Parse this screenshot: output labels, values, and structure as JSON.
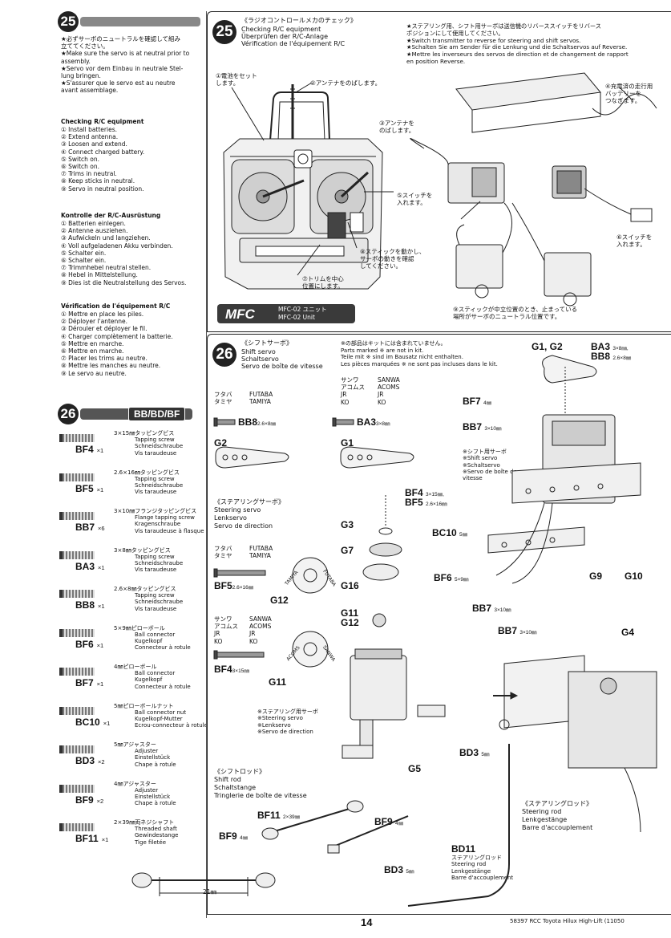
{
  "page_number": "14",
  "footer_text": "58397 RCC Toyota Hilux High-Lift (11050",
  "left_step25": {
    "number": "25",
    "lines": [
      "★必ずサーボのニュートラルを確認して組み",
      "立ててください。",
      "★Make sure the servo is at neutral prior to",
      "assembly.",
      "★Servo vor dem Einbau in neutrale Stel-",
      "lung bringen.",
      "★S'assurer que le servo est au neutre",
      "avant assemblage."
    ],
    "en_title": "Checking R/C equipment",
    "en_items": [
      "① Install batteries.",
      "② Extend antenna.",
      "③ Loosen and extend.",
      "④ Connect charged battery.",
      "⑤ Switch on.",
      "⑥ Switch on.",
      "⑦ Trims in neutral.",
      "⑧ Keep sticks in neutral.",
      "⑨ Servo in neutral position."
    ],
    "de_title": "Kontrolle der R/C-Ausrüstung",
    "de_items": [
      "① Batterien einlegen.",
      "② Antenne ausziehen.",
      "③ Aufwickeln und langziehen.",
      "④ Voll aufgeladenen Akku verbinden.",
      "⑤ Schalter ein.",
      "⑥ Schalter ein.",
      "⑦ Trimmhebel neutral stellen.",
      "⑧ Hebel in Mittelstellung.",
      "⑨ Dies ist die Neutralstellung des Servos."
    ],
    "fr_title": "Vérification de l'équipement R/C",
    "fr_items": [
      "① Mettre en place les piles.",
      "② Déployer l'antenne.",
      "③ Dérouler et déployer le fil.",
      "④ Charger complètement la batterie.",
      "⑤ Mettre en marche.",
      "⑥ Mettre en marche.",
      "⑦ Placer les trims au neutre.",
      "⑧ Mettre les manches au neutre.",
      "⑨ Le servo au neutre."
    ]
  },
  "parts_bag": {
    "number": "26",
    "bag": "BB/BD/BF",
    "parts": [
      {
        "code": "BF4",
        "qty": "×1",
        "jp": "3×15㎜タッピングビス",
        "desc": [
          "Tapping screw",
          "Schneidschraube",
          "Vis taraudeuse"
        ]
      },
      {
        "code": "BF5",
        "qty": "×1",
        "jp": "2.6×16㎜タッピングビス",
        "desc": [
          "Tapping screw",
          "Schneidschraube",
          "Vis taraudeuse"
        ]
      },
      {
        "code": "BB7",
        "qty": "×6",
        "jp": "3×10㎜フランジタッピングビス",
        "desc": [
          "Flange tapping screw",
          "Kragenschraube",
          "Vis taraudeuse à flasque"
        ]
      },
      {
        "code": "BA3",
        "qty": "×1",
        "jp": "3×8㎜タッピングビス",
        "desc": [
          "Tapping screw",
          "Schneidschraube",
          "Vis taraudeuse"
        ]
      },
      {
        "code": "BB8",
        "qty": "×1",
        "jp": "2.6×8㎜タッピングビス",
        "desc": [
          "Tapping screw",
          "Schneidschraube",
          "Vis taraudeuse"
        ]
      },
      {
        "code": "BF6",
        "qty": "×1",
        "jp": "5×9㎜ピローボール",
        "desc": [
          "Ball connector",
          "Kugelkopf",
          "Connecteur à rotule"
        ]
      },
      {
        "code": "BF7",
        "qty": "×1",
        "jp": "4㎜ピローボール",
        "desc": [
          "Ball connector",
          "Kugelkopf",
          "Connecteur à rotule"
        ]
      },
      {
        "code": "BC10",
        "qty": "×1",
        "jp": "5㎜ピローボールナット",
        "desc": [
          "Ball connector nut",
          "Kugelkopf-Mutter",
          "Ecrou-connecteur à rotule"
        ]
      },
      {
        "code": "BD3",
        "qty": "×2",
        "jp": "5㎜アジャスター",
        "desc": [
          "Adjuster",
          "Einstellstück",
          "Chape à rotule"
        ]
      },
      {
        "code": "BF9",
        "qty": "×2",
        "jp": "4㎜アジャスター",
        "desc": [
          "Adjuster",
          "Einstellstück",
          "Chape à rotule"
        ]
      },
      {
        "code": "BF11",
        "qty": "×1",
        "jp": "2×39㎜両ネジシャフト",
        "desc": [
          "Threaded shaft",
          "Gewindestange",
          "Tige filetée"
        ]
      }
    ]
  },
  "step25": {
    "number": "25",
    "title_jp": "《ラジオコントロールメカのチェック》",
    "title_en": "Checking R/C equipment",
    "title_de": "Überprüfen der R/C-Anlage",
    "title_fr": "Vérification de l'équipement R/C",
    "note": [
      "★ステアリング用、シフト用サーボは送信機のリバーススイッチをリバース",
      "ポジションにして使用してください。",
      "★Switch transmitter to reverse for steering and shift servos.",
      "★Schalten Sie am Sender für die Lenkung und die Schaltservos auf Reverse.",
      "★Mettre les inverseurs des servos de direction et de changement de rapport",
      "en position Reverse."
    ],
    "callouts": [
      "①電池をセット\nします。",
      "②アンテナをのばします。",
      "③アンテナを\nのばします。",
      "④充電済の走行用\nバッテリーを\nつなぎます。",
      "⑤スイッチを\n入れます。",
      "⑥スイッチを\n入れます。",
      "⑦トリムを中心\n位置にします。",
      "⑧スティックを動かし、\nサーボの動きを確認\nしてください。",
      "⑨スティックが中立位置のとき、止まっている\n場所がサーボのニュートラル位置です。"
    ],
    "mfc_badge": "MFC",
    "mfc_jp": "MFC-02 ユニット",
    "mfc_en": "MFC-02 Unit"
  },
  "step26": {
    "number": "26",
    "title_jp": "《シフトサーボ》",
    "title_en": "Shift servo",
    "title_de": "Schaltservo",
    "title_fr": "Servo de boîte de vitesse",
    "not_included": [
      "※の部品はキットには含まれていません。",
      "Parts marked ※ are not in kit.",
      "Teile mit ※ sind im Bausatz nicht enthalten.",
      "Les pièces marquées ※ ne sont pas incluses dans le kit."
    ],
    "brands_a": [
      "フタバ",
      "タミヤ"
    ],
    "brands_a_en": [
      "FUTABA",
      "TAMIYA"
    ],
    "brands_b": [
      "サンワ",
      "アコムス",
      "JR",
      "KO"
    ],
    "brands_b_en": [
      "SANWA",
      "ACOMS",
      "JR",
      "KO"
    ],
    "steer_title_jp": "《ステアリングサーボ》",
    "steer_title_en": "Steering servo",
    "steer_title_de": "Lenkservo",
    "steer_title_fr": "Servo de direction",
    "shiftrod_jp": "《シフトロッド》",
    "shiftrod_en": "Shift rod",
    "shiftrod_de": "Schaltstange",
    "shiftrod_fr": "Tringlerie de boîte de vitesse",
    "steerrod_jp": "《ステアリングロッド》",
    "steerrod_en": "Steering rod",
    "steerrod_de": "Lenkgestänge",
    "steerrod_fr": "Barre d'accouplement",
    "shift_servo_note": [
      "※シフト用サーボ",
      "※Shift servo",
      "※Schaltservo",
      "※Servo de boîte de",
      "vitesse"
    ],
    "steer_servo_note": [
      "※ステアリング用サーボ",
      "※Steering servo",
      "※Lenkservo",
      "※Servo de direction"
    ],
    "bd11_jp": "ステアリングロッド",
    "bd11_desc": [
      "Steering rod",
      "Lenkgestänge",
      "Barre d'accouplement"
    ],
    "dimension": "21㎜",
    "labels": {
      "g1g2": "G1, G2",
      "ba3": "BA3",
      "ba3s": "3×8㎜,",
      "bb8": "BB8",
      "bb8s": "2.6×8㎜",
      "bf7": "BF7",
      "bf7s": "4㎜",
      "bb7": "BB7",
      "bb7s": "3×10㎜",
      "bf4": "BF4",
      "bf4s": "3×15㎜,",
      "bf5": "BF5",
      "bf5s": "2.6×16㎜",
      "g3": "G3",
      "bc10": "BC10",
      "bc10s": "5㎜",
      "g7": "G7",
      "bf6": "BF6",
      "bf6s": "5×9㎜",
      "g16": "G16",
      "g11": "G11",
      "g12": "G12",
      "g9": "G9",
      "g10": "G10",
      "g4": "G4",
      "g5": "G5",
      "bd3": "BD3",
      "bd3s": "5㎜",
      "bf11": "BF11",
      "bf11s": "2×39㎜",
      "bf9": "BF9",
      "bf9s": "4㎜",
      "bd11": "BD11",
      "g1": "G1",
      "g2": "G2",
      "bb8a": "BB8",
      "bb8as": "2.6×8㎜",
      "ba3a": "BA3",
      "ba3as": "3×8㎜",
      "bf5a": "BF5",
      "bf5as": "2.6×16㎜",
      "bf4a": "BF4",
      "bf4as": "3×15㎜",
      "tamiya": "TAMIYA",
      "futaba": "FUTABA",
      "acoms": "ACOMS",
      "sanwa": "SANWA"
    }
  }
}
